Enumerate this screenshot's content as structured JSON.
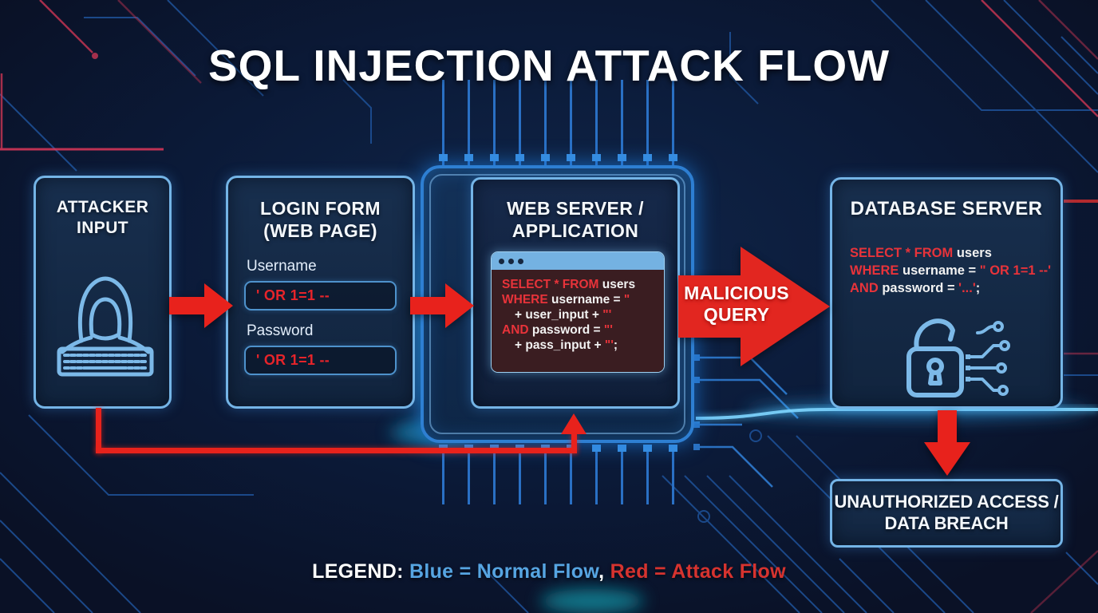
{
  "title": "SQL INJECTION ATTACK FLOW",
  "icons": {
    "attacker": "hooded-hacker-with-keyboard",
    "database": "open-padlock-with-circuit",
    "browser_window": "three-dots-window-controls"
  },
  "colors": {
    "background": "#0a1126",
    "box_border": "#74b4e6",
    "box_fill": "#14273f",
    "chip_border": "#2e7fd2",
    "normal_flow_blue": "#56a5e2",
    "attack_flow_red": "#e8221c",
    "sql_keyword_red": "#e8333a",
    "sql_text_white": "#f2f2f2",
    "window_header_blue": "#74b2e2",
    "window_body_maroon": "#3a1d21"
  },
  "boxes": {
    "attacker": {
      "title_line1": "ATTACKER",
      "title_line2": "INPUT"
    },
    "login": {
      "title_line1": "LOGIN FORM",
      "title_line2": "(WEB PAGE)",
      "username_label": "Username",
      "username_value": "' OR 1=1 --",
      "password_label": "Password",
      "password_value": "' OR 1=1 --"
    },
    "webserver": {
      "title_line1": "WEB SERVER /",
      "title_line2": "APPLICATION",
      "sql": [
        {
          "segs": [
            {
              "t": "SELECT * FROM"
            },
            {
              "t": " users"
            }
          ]
        },
        {
          "segs": [
            {
              "t": "WHERE"
            },
            {
              "t": " username = "
            },
            {
              "t": "\""
            }
          ]
        },
        {
          "segs": [
            {
              "t": "+ user_input + "
            },
            {
              "t": "\"'"
            }
          ]
        },
        {
          "segs": [
            {
              "t": "AND"
            },
            {
              "t": " password = "
            },
            {
              "t": "\"'"
            }
          ]
        },
        {
          "segs": [
            {
              "t": "+ pass_input + "
            },
            {
              "t": "\"'"
            },
            {
              "t": ";"
            }
          ]
        }
      ]
    },
    "database": {
      "title": "DATABASE SERVER",
      "sql": [
        {
          "segs": [
            {
              "t": "SELECT * FROM"
            },
            {
              "t": " users"
            }
          ]
        },
        {
          "segs": [
            {
              "t": "WHERE"
            },
            {
              "t": " username = "
            },
            {
              "t": "\" OR 1=1 --'"
            }
          ]
        },
        {
          "segs": [
            {
              "t": "AND"
            },
            {
              "t": " password = "
            },
            {
              "t": "'...'"
            },
            {
              "t": ";"
            }
          ]
        }
      ]
    },
    "unauthorized": {
      "line1": "UNAUTHORIZED ACCESS /",
      "line2": "DATA BREACH"
    }
  },
  "arrows": {
    "malicious_line1": "MALICIOUS",
    "malicious_line2": "QUERY"
  },
  "legend": {
    "label": "LEGEND:",
    "blue_text": "Blue = Normal Flow",
    "separator": ",",
    "red_text": "Red = Attack Flow"
  }
}
